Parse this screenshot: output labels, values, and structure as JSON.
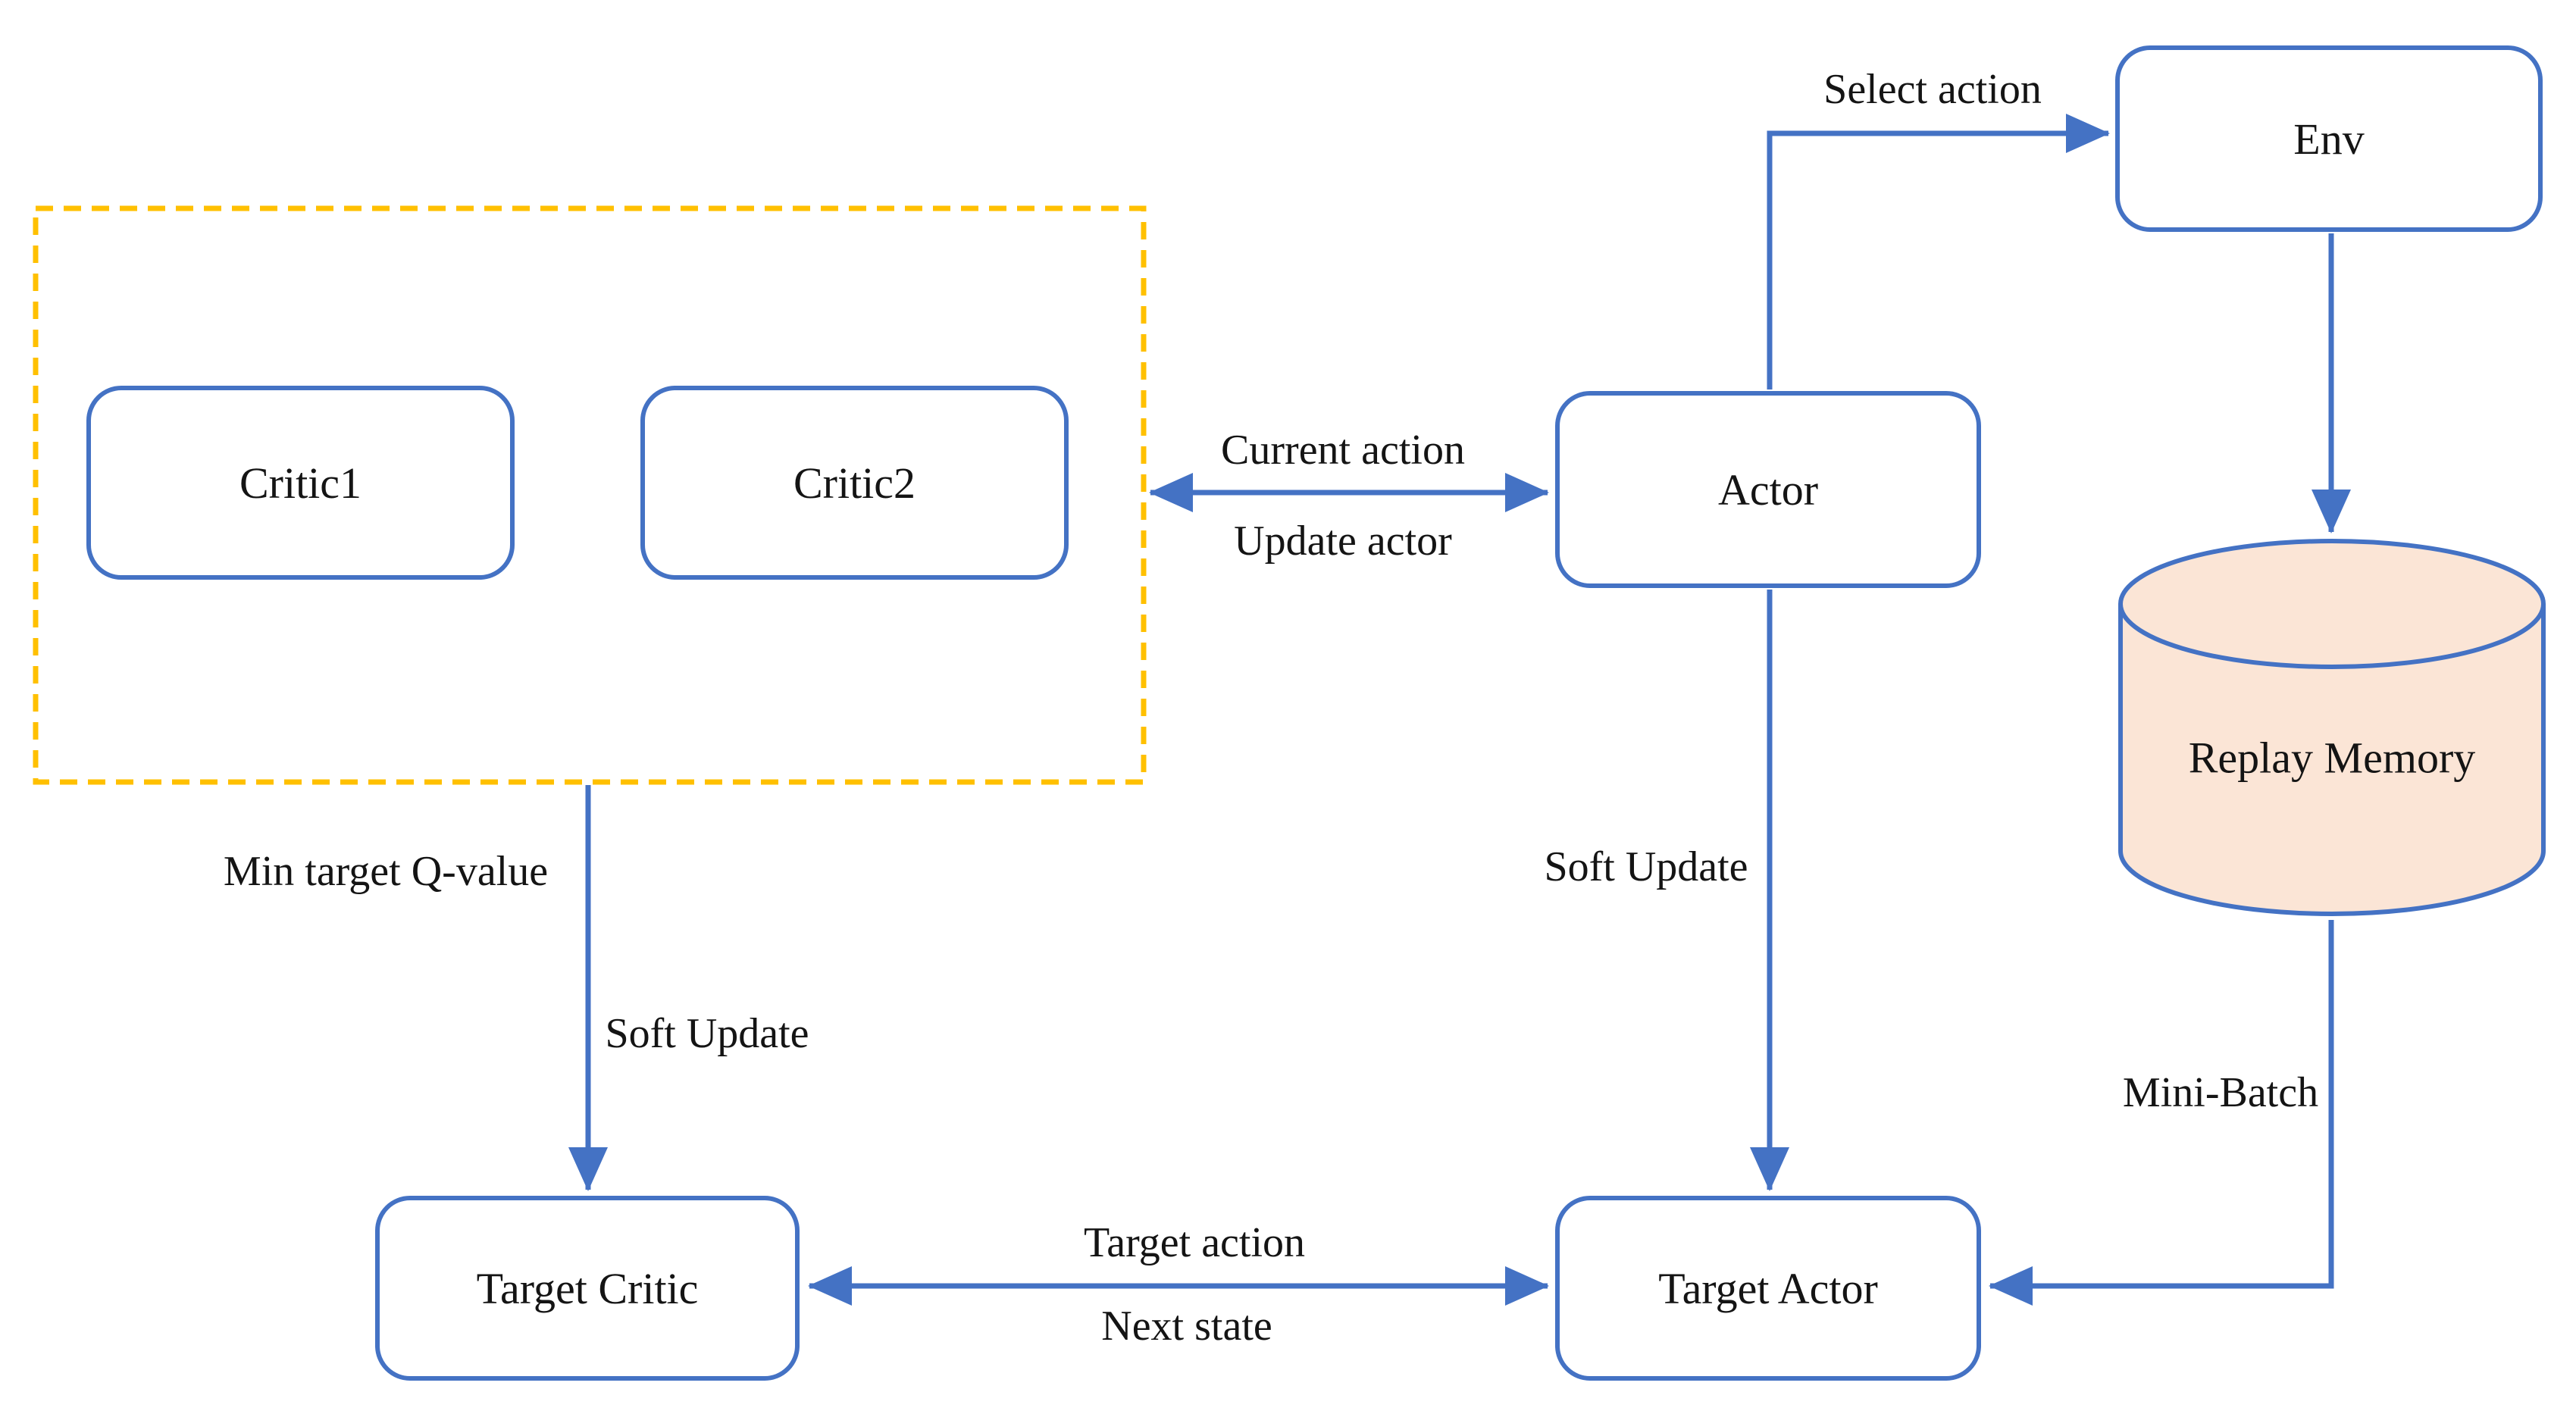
{
  "diagram": {
    "type": "flowchart",
    "description": "Actor-critic reinforcement learning architecture with twin critics, target networks, environment and replay memory",
    "colors": {
      "node_border": "#4472C4",
      "arrow": "#4472C4",
      "critics_group_border": "#FFC000",
      "replay_memory_fill": "#FBE5D6",
      "node_fill": "#FFFFFF",
      "text": "#141414",
      "background": "#FFFFFF"
    },
    "nodes": {
      "critic1": {
        "label": "Critic1",
        "shape": "rounded-rect"
      },
      "critic2": {
        "label": "Critic2",
        "shape": "rounded-rect"
      },
      "actor": {
        "label": "Actor",
        "shape": "rounded-rect"
      },
      "env": {
        "label": "Env",
        "shape": "rounded-rect"
      },
      "replay_memory": {
        "label": "Replay Memory",
        "shape": "cylinder"
      },
      "target_critic": {
        "label": "Target Critic",
        "shape": "rounded-rect"
      },
      "target_actor": {
        "label": "Target Actor",
        "shape": "rounded-rect"
      }
    },
    "groups": {
      "critics_group": {
        "contains": [
          "critic1",
          "critic2"
        ],
        "border_style": "dashed",
        "border_color": "#FFC000"
      }
    },
    "edge_labels": {
      "select_action": "Select action",
      "current_action": "Current action",
      "update_actor": "Update actor",
      "min_target_q_value": "Min target Q-value",
      "soft_update_left": "Soft Update",
      "soft_update_mid": "Soft Update",
      "mini_batch": "Mini-Batch",
      "target_action": "Target action",
      "next_state": "Next state"
    },
    "edges": [
      {
        "from": "actor",
        "to": "env",
        "labels": [
          "Select action"
        ],
        "direction": "forward"
      },
      {
        "from": "env",
        "to": "replay_memory",
        "labels": [],
        "direction": "forward"
      },
      {
        "from": "critics_group",
        "to": "actor",
        "labels": [
          "Current action",
          "Update actor"
        ],
        "direction": "both"
      },
      {
        "from": "critics_group",
        "to": "target_critic",
        "labels": [
          "Min target Q-value",
          "Soft Update"
        ],
        "direction": "forward"
      },
      {
        "from": "actor",
        "to": "target_actor",
        "labels": [
          "Soft Update"
        ],
        "direction": "forward"
      },
      {
        "from": "target_actor",
        "to": "target_critic",
        "labels": [
          "Target action",
          "Next state"
        ],
        "direction": "both"
      },
      {
        "from": "replay_memory",
        "to": "target_actor",
        "labels": [
          "Mini-Batch"
        ],
        "direction": "forward"
      }
    ]
  }
}
